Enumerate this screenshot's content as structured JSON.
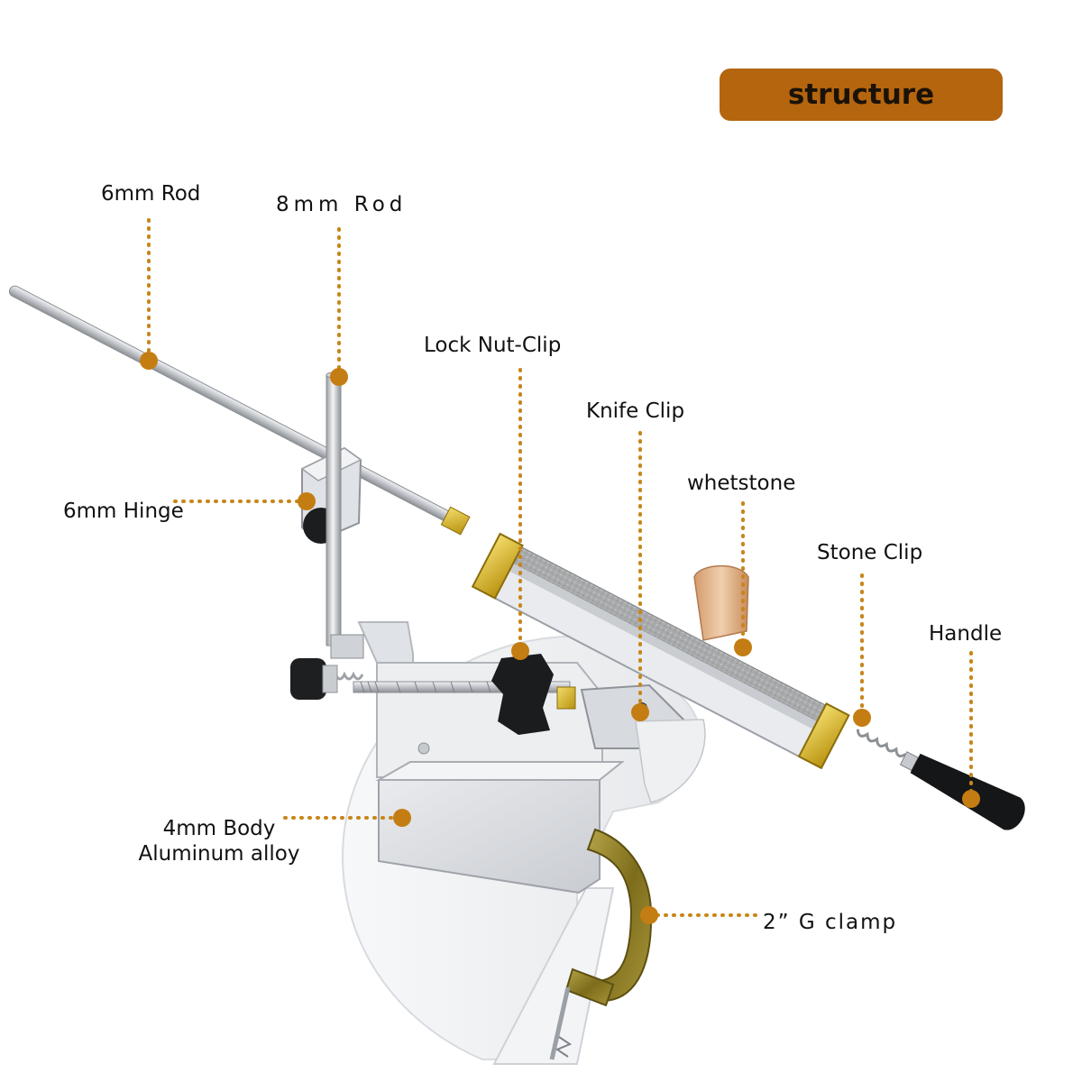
{
  "title": "structure",
  "colors": {
    "banner": "#b4650e",
    "callout_dot": "#c47d12",
    "callout_line": "#c8861a",
    "rod": "#c9ccd0",
    "whetstone": "#a7a8a9",
    "brass": "#d1b12a",
    "clamp": "#8a7a22",
    "handle": "#1a1a1a",
    "wood": "#e4b890"
  },
  "labels": {
    "rod_6mm": "6mm Rod",
    "rod_8mm": "8mm Rod",
    "lock_nut_clip": "Lock Nut-Clip",
    "knife_clip": "Knife Clip",
    "whetstone": "whetstone",
    "stone_clip": "Stone Clip",
    "handle": "Handle",
    "hinge_6mm": "6mm Hinge",
    "body_line1": "4mm Body",
    "body_line2": "Aluminum alloy",
    "g_clamp": "2” G clamp"
  },
  "icons": [
    "knife-sharpener-illustration"
  ]
}
